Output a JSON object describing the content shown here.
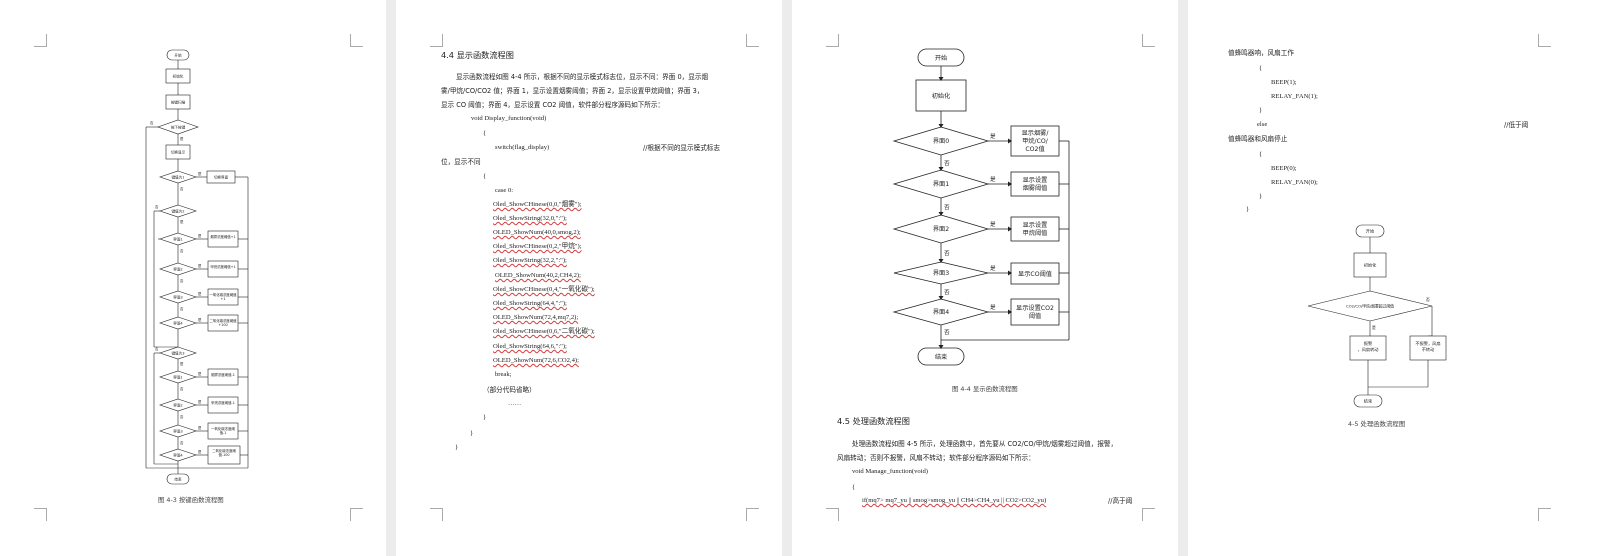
{
  "p1": {
    "caption": "图 4-3   按键函数流程图",
    "start": "开始",
    "init": "初始化",
    "key_scan": "按键扫描",
    "q_key_press": "按下按键",
    "switch_disp": "切换显示",
    "q_key1": "键值为1",
    "switch_ui": "切换界面",
    "q_key2": "键值为2",
    "ui1": "界面1",
    "ui2": "界面2",
    "ui3": "界面3",
    "ui4": "界面4",
    "q_key3": "键值为3",
    "add_smog": "烟雾浓度阈值+1",
    "add_ch4": "甲烷浓度阈值+1",
    "add_co": "一氧化碳浓度阈值+1",
    "add_co2": "二氧化碳浓度阈值+100",
    "sub_smog": "烟雾浓度阈值-1",
    "sub_ch4": "甲烷浓度阈值-1",
    "sub_co": "一氧化碳浓度阈值-1",
    "sub_co2": "二氧化碳浓度阈值-100",
    "end": "结束",
    "yes": "是",
    "no": "否"
  },
  "p2": {
    "heading": "4.4  显示函数流程图",
    "para1": "显示函数流程如图 4-4 所示，根据不同的显示模式标志位，显示不同：界面 0，显示烟",
    "para2": "雾/甲烷/CO/CO2 值；界面 1，显示设置烟雾阈值；界面 2，显示设置甲烷阈值；界面 3，",
    "para3": "显示 CO 阈值；界面 4，显示设置 CO2 阈值，软件部分程序源码如下所示：",
    "c_decl": "void Display_function(void)",
    "c_brace_open": "{",
    "c_switch": "switch(flag_display)",
    "c_comment1": "//根据不同的显示模式标志",
    "c_comment2": "位，显示不同",
    "c_brace2": "{",
    "c_case": "case 0:",
    "c_l1": "Oled_ShowCHinese(0,0,\"烟雾\");",
    "c_l2": "Oled_ShowString(32,0,\":\");",
    "c_l3": "OLED_ShowNum(40,0,smog,2);",
    "c_l4": "Oled_ShowCHinese(0,2,\"甲烷\");",
    "c_l5": "Oled_ShowString(32,2,\":\");",
    "c_l6": "OLED_ShowNum(40,2,CH4,2);",
    "c_l7": "Oled_ShowCHinese(0,4,\"一氧化碳\");",
    "c_l8": "Oled_ShowString(64,4,\":\");",
    "c_l9": "OLED_ShowNum(72,4,mq7,2);",
    "c_l10": "Oled_ShowCHinese(0,6,\"二氧化碳\");",
    "c_l11": "Oled_ShowString(64,6,\":\");",
    "c_l12": "OLED_ShowNum(72,6,CO2,4);",
    "c_break": "break;",
    "c_omit": "（部分代码省略）",
    "c_dots": "……",
    "c_close1": "}",
    "c_close2": "}",
    "c_close3": "}"
  },
  "p3": {
    "start": "开始",
    "init": "初始化",
    "ui0": "界面0",
    "ui1": "界面1",
    "ui2": "界面2",
    "ui3": "界面3",
    "ui4": "界面4",
    "box0_l1": "显示烟雾/",
    "box0_l2": "甲烷/CO/",
    "box0_l3": "CO2值",
    "box1_l1": "显示设置",
    "box1_l2": "烟雾阈值",
    "box2_l1": "显示设置",
    "box2_l2": "甲烷阈值",
    "box3": "显示CO阈值",
    "box4_l1": "显示设置CO2",
    "box4_l2": "阈值",
    "end": "结束",
    "yes": "是",
    "no": "否",
    "caption": "图 4-4   显示函数流程图",
    "heading": "4.5  处理函数流程图",
    "para1": "处理函数流程如图 4-5 所示，处理函数中，首先要从 CO2/CO/甲烷/烟雾超过阈值，报警，",
    "para2": "风扇转动；否则不报警，风扇不转动；软件部分程序源码如下所示：",
    "c_decl": "void Manage_function(void)",
    "c_brace": "{",
    "c_if": "if(mq7> mq7_yu || smog>smog_yu || CH4>CH4_yu || CO2>CO2_yu)",
    "c_comment": "//高于阈"
  },
  "p4": {
    "t1": "值蜂鸣器响，风扇工作",
    "c_open1": "{",
    "c_beep1": "BEEP(1);",
    "c_fan1": "RELAY_FAN(1);",
    "c_close1": "}",
    "c_else": "else",
    "c_comment": "//低于阈",
    "t2": "值蜂鸣器和风扇停止",
    "c_open2": "{",
    "c_beep0": "BEEP(0);",
    "c_fan0": "RELAY_FAN(0);",
    "c_close2": "}",
    "c_close3": "}",
    "f_start": "开始",
    "f_init": "初始化",
    "f_cond": "CO2/CO/甲烷/烟雾超过阈值",
    "f_alarm_l1": "报警",
    "f_alarm_l2": "，风扇转动",
    "f_noalarm_l1": "不报警，风扇",
    "f_noalarm_l2": "不转动",
    "f_end": "结束",
    "yes": "是",
    "no": "否",
    "caption": "4-5 处理函数流程图"
  }
}
